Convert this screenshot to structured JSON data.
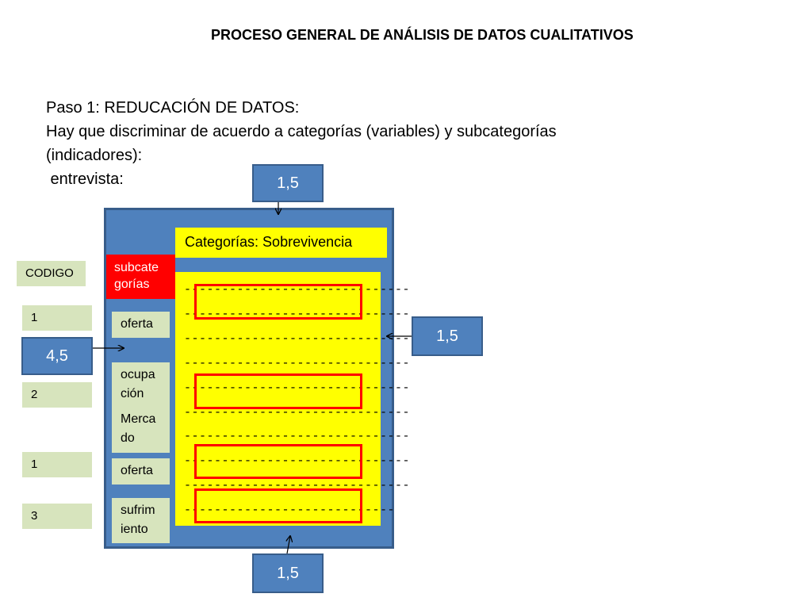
{
  "title": "PROCESO GENERAL DE ANÁLISIS DE DATOS CUALITATIVOS",
  "intro": {
    "line1": "Paso 1: REDUCACIÓN DE DATOS:",
    "line2": "Hay que discriminar de acuerdo a categorías (variables) y subcategorías",
    "line3": "(indicadores):",
    "line4": " entrevista:"
  },
  "margins": {
    "top": "1,5",
    "right": "1,5",
    "bottom": "1,5",
    "left": "4,5"
  },
  "category_header": "Categorías: Sobrevivencia",
  "subcategory_header": [
    "subcate",
    "gorías"
  ],
  "subcategories": [
    {
      "lines": [
        "oferta"
      ]
    },
    {
      "lines": [
        "ocupa",
        "ción",
        "Merca",
        "do"
      ]
    },
    {
      "lines": [
        "oferta"
      ]
    },
    {
      "lines": [
        "sufrim",
        "iento"
      ]
    }
  ],
  "codes": {
    "header": "CODIGO",
    "values": [
      "1",
      "2",
      "1",
      "3"
    ]
  },
  "dash_lines": [
    "------------------------------",
    "------------------------------",
    "------------------------------",
    "------------------------------",
    "------------------------------",
    "------------------------------",
    "------------------------------",
    "------------------------------",
    "------------------------------",
    "----------------------------"
  ],
  "colors": {
    "frame_blue": "#4f81bd",
    "highlight_yellow": "#ffff00",
    "subcategory_red": "#ff0000",
    "code_green": "#d7e4bd"
  }
}
